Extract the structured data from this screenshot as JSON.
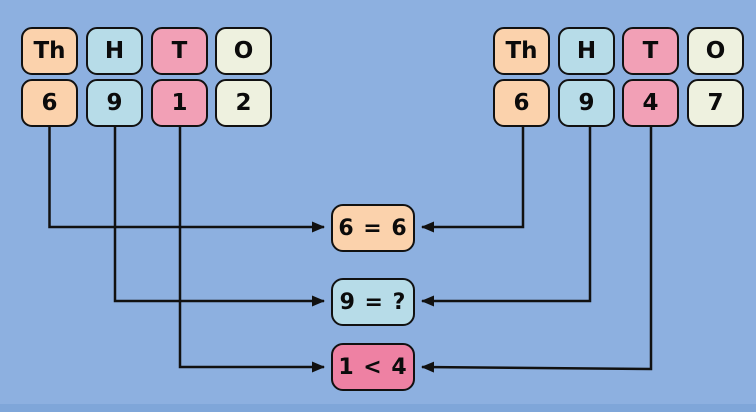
{
  "colors": {
    "bg": "#8DB0E0",
    "bgStrip": "#7FA6D9",
    "th": "#FBD2AC",
    "h": "#B7DCE8",
    "t": "#F2A0B6",
    "o": "#EEF1DF",
    "tc": "#EE81A3",
    "outline": "#111111"
  },
  "left_number": {
    "headers": [
      "Th",
      "H",
      "T",
      "O"
    ],
    "digits": [
      "6",
      "9",
      "1",
      "2"
    ]
  },
  "right_number": {
    "headers": [
      "Th",
      "H",
      "T",
      "O"
    ],
    "digits": [
      "6",
      "9",
      "4",
      "7"
    ]
  },
  "comparisons": [
    {
      "text": "6 = 6"
    },
    {
      "text": "9 = ?"
    },
    {
      "text": "1 < 4"
    }
  ]
}
